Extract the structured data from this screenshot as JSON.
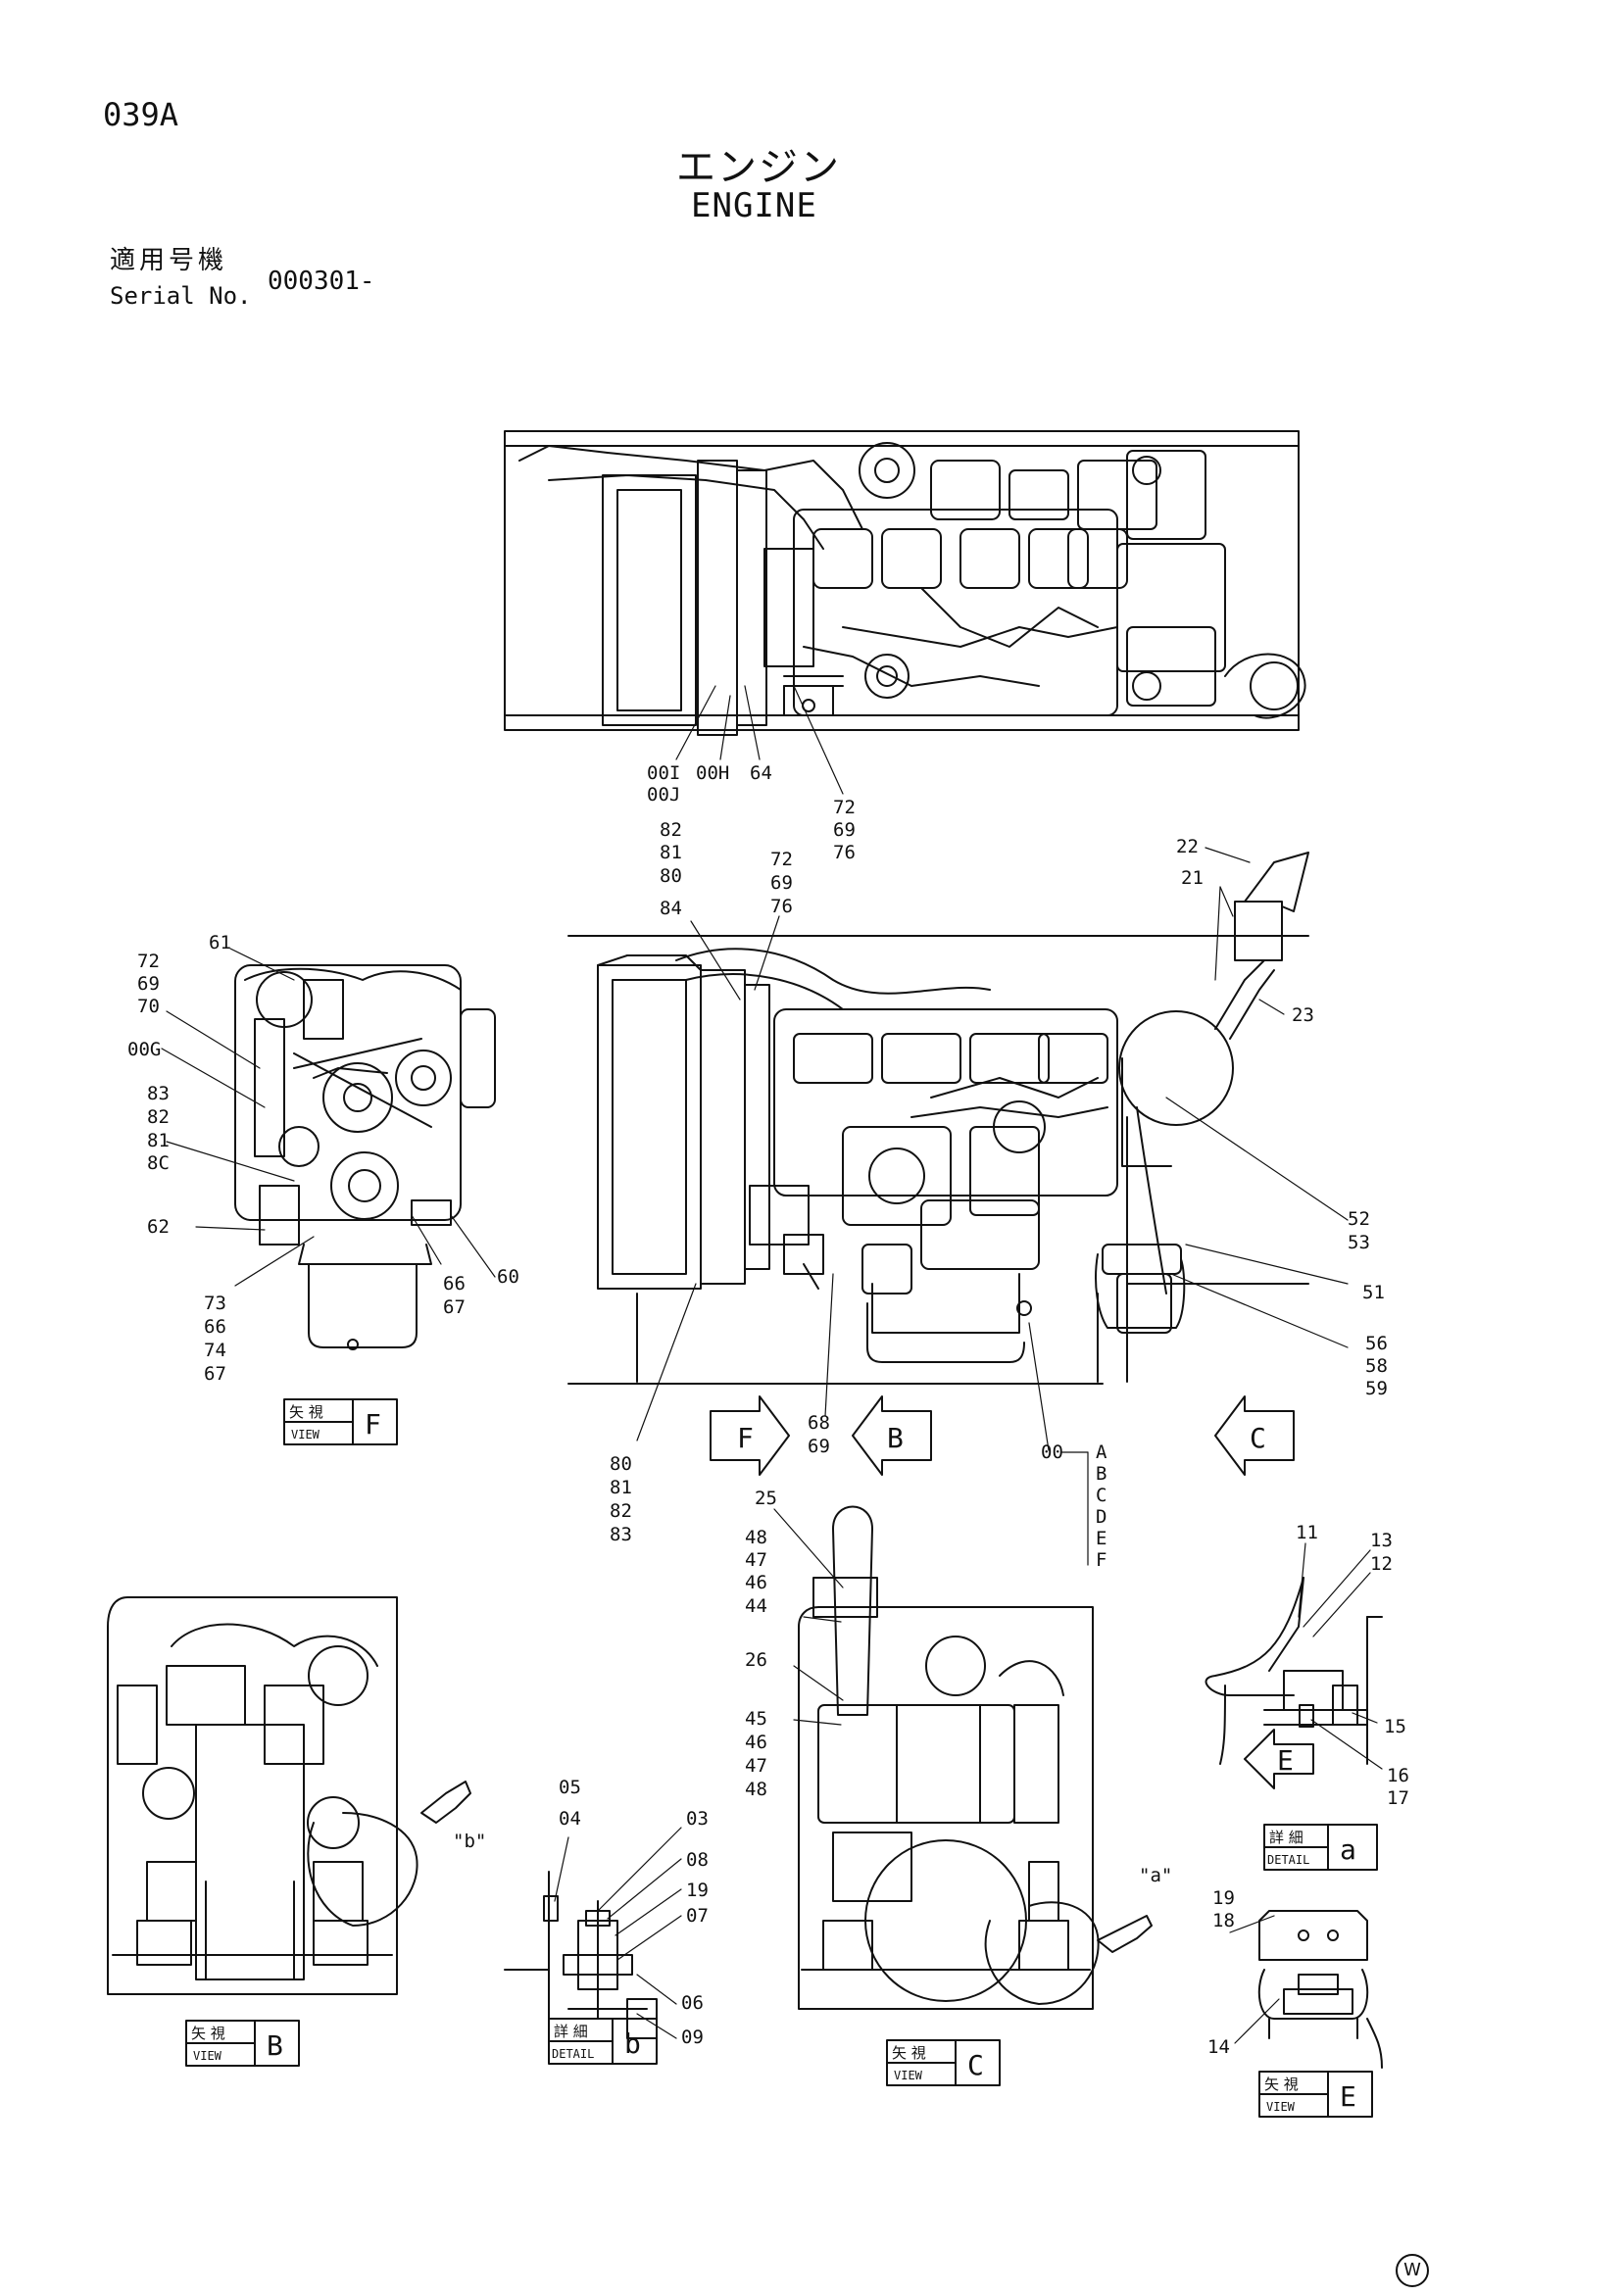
{
  "page": {
    "code": "039A",
    "title_jp": "エンジン",
    "title_en": "ENGINE",
    "serial_label_jp": "適用号機",
    "serial_label_en": "Serial No.",
    "serial_value": "000301-",
    "watermark": "W"
  },
  "views": {
    "F": {
      "jp": "矢 視",
      "en": "VIEW",
      "letter": "F"
    },
    "B": {
      "jp": "矢 視",
      "en": "VIEW",
      "letter": "B"
    },
    "C": {
      "jp": "矢 視",
      "en": "VIEW",
      "letter": "C"
    },
    "E": {
      "jp": "矢 視",
      "en": "VIEW",
      "letter": "E"
    },
    "a": {
      "jp": "詳 細",
      "en": "DETAIL",
      "letter": "a"
    },
    "b": {
      "jp": "詳 細",
      "en": "DETAIL",
      "letter": "b"
    }
  },
  "arrows": {
    "F": "F",
    "B": "B",
    "C": "C",
    "E": "E"
  },
  "callouts": {
    "top": [
      "00I",
      "00J",
      "00H",
      "64",
      "72",
      "69",
      "76"
    ],
    "side_left": [
      "82",
      "81",
      "80",
      "84"
    ],
    "side_mid": [
      "72",
      "69",
      "76"
    ],
    "side_right": [
      "22",
      "21",
      "23",
      "52",
      "53",
      "51",
      "56",
      "58",
      "59"
    ],
    "side_bottom": [
      "80",
      "81",
      "82",
      "83",
      "68",
      "69",
      "00"
    ],
    "branches": [
      "A",
      "B",
      "C",
      "D",
      "E",
      "F"
    ],
    "viewF": [
      "61",
      "72",
      "69",
      "70",
      "00G",
      "83",
      "82",
      "81",
      "8C",
      "62",
      "73",
      "66",
      "74",
      "67",
      "66",
      "67",
      "60"
    ],
    "detail_b": [
      "\"b\"",
      "05",
      "04",
      "03",
      "08",
      "19",
      "07",
      "06",
      "09"
    ],
    "viewC": [
      "25",
      "48",
      "47",
      "46",
      "44",
      "26",
      "45",
      "46",
      "47",
      "48",
      "\"a\""
    ],
    "detail_a": [
      "11",
      "13",
      "12",
      "15",
      "16",
      "17"
    ],
    "viewE": [
      "19",
      "18",
      "14"
    ]
  }
}
